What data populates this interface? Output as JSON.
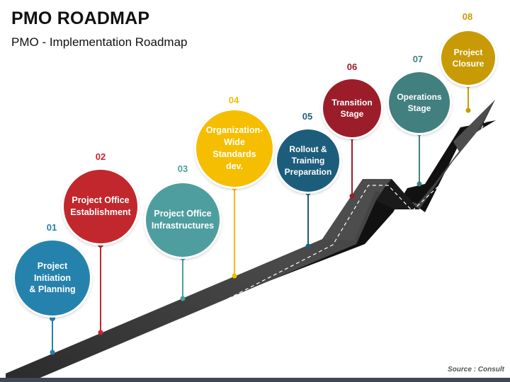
{
  "header": {
    "title": "PMO ROADMAP",
    "subtitle": "PMO - Implementation Roadmap"
  },
  "steps": [
    {
      "number": "01",
      "label": "Project\nInitiation\n& Planning",
      "color": "#2582ad"
    },
    {
      "number": "02",
      "label": "Project Office\nEstablishment",
      "color": "#c1272d"
    },
    {
      "number": "03",
      "label": "Project Office\nInfrastructures",
      "color": "#4f9e9f"
    },
    {
      "number": "04",
      "label": "Organization-\nWide\nStandards\ndev.",
      "color": "#f5be00"
    },
    {
      "number": "05",
      "label": "Rollout &\nTraining\nPreparation",
      "color": "#1d5d7c"
    },
    {
      "number": "06",
      "label": "Transition\nStage",
      "color": "#9c1d2a"
    },
    {
      "number": "07",
      "label": "Operations\nStage",
      "color": "#427f7f"
    },
    {
      "number": "08",
      "label": "Project\nClosure",
      "color": "#c89b06"
    }
  ],
  "footer": {
    "source": "Source : Consult"
  }
}
